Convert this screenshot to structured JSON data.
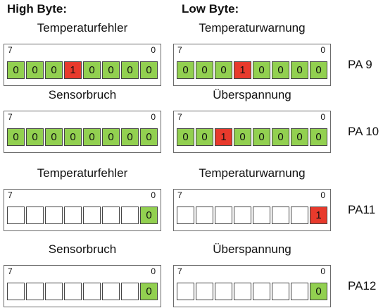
{
  "headers": {
    "high": "High Byte:",
    "low": "Low Byte:"
  },
  "bit_labels": {
    "msb": "7",
    "lsb": "0"
  },
  "colors": {
    "active": "#e83a2c",
    "set": "#92d050",
    "empty": "#ffffff"
  },
  "rows": [
    {
      "pa": "PA 9",
      "high": {
        "title": "Temperaturfehler",
        "bits": [
          {
            "v": "0",
            "c": "g"
          },
          {
            "v": "0",
            "c": "g"
          },
          {
            "v": "0",
            "c": "g"
          },
          {
            "v": "1",
            "c": "r"
          },
          {
            "v": "0",
            "c": "g"
          },
          {
            "v": "0",
            "c": "g"
          },
          {
            "v": "0",
            "c": "g"
          },
          {
            "v": "0",
            "c": "g"
          }
        ]
      },
      "low": {
        "title": "Temperaturwarnung",
        "bits": [
          {
            "v": "0",
            "c": "g"
          },
          {
            "v": "0",
            "c": "g"
          },
          {
            "v": "0",
            "c": "g"
          },
          {
            "v": "1",
            "c": "r"
          },
          {
            "v": "0",
            "c": "g"
          },
          {
            "v": "0",
            "c": "g"
          },
          {
            "v": "0",
            "c": "g"
          },
          {
            "v": "0",
            "c": "g"
          }
        ]
      }
    },
    {
      "pa": "PA 10",
      "high": {
        "title": "Sensorbruch",
        "bits": [
          {
            "v": "0",
            "c": "g"
          },
          {
            "v": "0",
            "c": "g"
          },
          {
            "v": "0",
            "c": "g"
          },
          {
            "v": "0",
            "c": "g"
          },
          {
            "v": "0",
            "c": "g"
          },
          {
            "v": "0",
            "c": "g"
          },
          {
            "v": "0",
            "c": "g"
          },
          {
            "v": "0",
            "c": "g"
          }
        ]
      },
      "low": {
        "title": "Überspannung",
        "bits": [
          {
            "v": "0",
            "c": "g"
          },
          {
            "v": "0",
            "c": "g"
          },
          {
            "v": "1",
            "c": "r"
          },
          {
            "v": "0",
            "c": "g"
          },
          {
            "v": "0",
            "c": "g"
          },
          {
            "v": "0",
            "c": "g"
          },
          {
            "v": "0",
            "c": "g"
          },
          {
            "v": "0",
            "c": "g"
          }
        ]
      }
    },
    {
      "pa": "PA11",
      "high": {
        "title": "Temperaturfehler",
        "bits": [
          {
            "v": "",
            "c": ""
          },
          {
            "v": "",
            "c": ""
          },
          {
            "v": "",
            "c": ""
          },
          {
            "v": "",
            "c": ""
          },
          {
            "v": "",
            "c": ""
          },
          {
            "v": "",
            "c": ""
          },
          {
            "v": "",
            "c": ""
          },
          {
            "v": "0",
            "c": "g"
          }
        ]
      },
      "low": {
        "title": "Temperaturwarnung",
        "bits": [
          {
            "v": "",
            "c": ""
          },
          {
            "v": "",
            "c": ""
          },
          {
            "v": "",
            "c": ""
          },
          {
            "v": "",
            "c": ""
          },
          {
            "v": "",
            "c": ""
          },
          {
            "v": "",
            "c": ""
          },
          {
            "v": "",
            "c": ""
          },
          {
            "v": "1",
            "c": "r"
          }
        ]
      }
    },
    {
      "pa": "PA12",
      "high": {
        "title": "Sensorbruch",
        "bits": [
          {
            "v": "",
            "c": ""
          },
          {
            "v": "",
            "c": ""
          },
          {
            "v": "",
            "c": ""
          },
          {
            "v": "",
            "c": ""
          },
          {
            "v": "",
            "c": ""
          },
          {
            "v": "",
            "c": ""
          },
          {
            "v": "",
            "c": ""
          },
          {
            "v": "0",
            "c": "g"
          }
        ]
      },
      "low": {
        "title": "Überspannung",
        "bits": [
          {
            "v": "",
            "c": ""
          },
          {
            "v": "",
            "c": ""
          },
          {
            "v": "",
            "c": ""
          },
          {
            "v": "",
            "c": ""
          },
          {
            "v": "",
            "c": ""
          },
          {
            "v": "",
            "c": ""
          },
          {
            "v": "",
            "c": ""
          },
          {
            "v": "0",
            "c": "g"
          }
        ]
      }
    }
  ]
}
